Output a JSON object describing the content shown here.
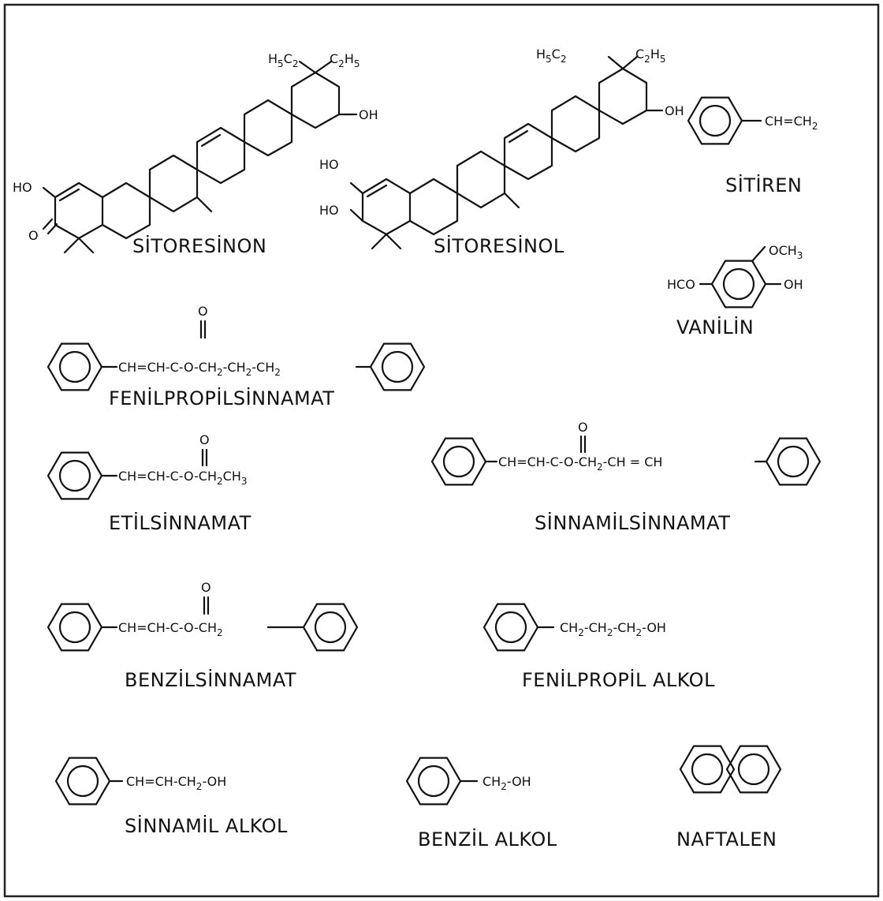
{
  "compounds": {
    "sitoresinon": {
      "name": "SİTORESİNON",
      "ho": "HO",
      "o": "O",
      "oh": "OH",
      "h5c2": {
        "a": "H",
        "b": "5",
        "c": "C",
        "d": "2"
      },
      "c2h5": {
        "a": "C",
        "b": "2",
        "c": "H",
        "d": "5"
      }
    },
    "sitoresinol": {
      "name": "SİTORESİNOL",
      "ho1": "HO",
      "ho2": "HO",
      "oh": "OH",
      "h5c2": {
        "a": "H",
        "b": "5",
        "c": "C",
        "d": "2"
      },
      "c2h5": {
        "a": "C",
        "b": "2",
        "c": "H",
        "d": "5"
      }
    },
    "sitiren": {
      "name": "SİTİREN",
      "chain": "CH=CH",
      "sub": "2"
    },
    "vanilin": {
      "name": "VANİLİN",
      "och": "OCH",
      "och_sub": "3",
      "hco": "HCO",
      "oh": "OH"
    },
    "fenilpropilsinnamat": {
      "name": "FENİLPROPİLSİNNAMAT",
      "o": "O",
      "chain": [
        {
          "t": "CH=CH-C-O-CH"
        },
        {
          "s": "2"
        },
        {
          "t": "-CH"
        },
        {
          "s": "2"
        },
        {
          "t": "-CH"
        },
        {
          "s": "2"
        }
      ]
    },
    "etilsinnamat": {
      "name": "ETİLSİNNAMAT",
      "o": "O",
      "chain": [
        {
          "t": "CH=CH-C-O-CH"
        },
        {
          "s": "2"
        },
        {
          "t": "CH"
        },
        {
          "s": "3"
        }
      ]
    },
    "sinnamilsinnamat": {
      "name": "SİNNAMİLSİNNAMAT",
      "o": "O",
      "chain": [
        {
          "t": "CH=CH-C-O-CH"
        },
        {
          "s": "2"
        },
        {
          "t": "-CH = CH"
        }
      ]
    },
    "benzilsinnamat": {
      "name": "BENZİLSİNNAMAT",
      "o": "O",
      "chain": [
        {
          "t": "CH=CH-C-O-CH"
        },
        {
          "s": "2"
        }
      ]
    },
    "fenilpropilalkol": {
      "name": "FENİLPROPİL ALKOL",
      "chain": [
        {
          "t": "CH"
        },
        {
          "s": "2"
        },
        {
          "t": "-CH"
        },
        {
          "s": "2"
        },
        {
          "t": "-CH"
        },
        {
          "s": "2"
        },
        {
          "t": "-OH"
        }
      ]
    },
    "sinnamilalkol": {
      "name": "SİNNAMİL ALKOL",
      "chain": [
        {
          "t": "CH=CH-CH"
        },
        {
          "s": "2"
        },
        {
          "t": "-OH"
        }
      ]
    },
    "benzilalkol": {
      "name": "BENZİL ALKOL",
      "chain": [
        {
          "t": "CH"
        },
        {
          "s": "2"
        },
        {
          "t": "-OH"
        }
      ]
    },
    "naftalen": {
      "name": "NAFTALEN"
    }
  }
}
